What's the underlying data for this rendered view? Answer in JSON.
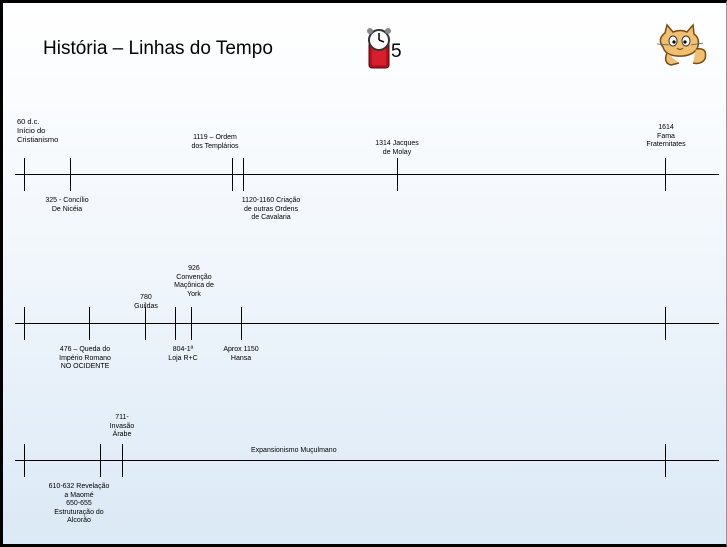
{
  "slide": {
    "title": "História – Linhas do Tempo",
    "number": "5"
  },
  "icons": [
    "alarm-clock-icon",
    "cat-icon"
  ],
  "timeline1": {
    "events": [
      {
        "label": "60 d.c.\nInício do\nCristianismo"
      },
      {
        "label": "325 - Concílio\nDe Nicéia"
      },
      {
        "label": "1119 – Ordem\ndos Templários"
      },
      {
        "label": "1120-1160 Criação\nde outras Ordens\nde Cavalaria"
      },
      {
        "label": "1314 Jacques\nde Molay"
      },
      {
        "label": "1614\nFama\nFraternitates"
      }
    ]
  },
  "timeline2": {
    "events": [
      {
        "label": "476 – Queda do\nImpério Romano\nNO OCIDENTE"
      },
      {
        "label": "780\nGuildas"
      },
      {
        "label": "804-1ª\nLoja R+C"
      },
      {
        "label": "926\nConvenção\nMaçônica de\nYork"
      },
      {
        "label": "Aprox 1150\nHansa"
      }
    ]
  },
  "timeline3": {
    "events": [
      {
        "label": "610-632 Revelação\na Maomé\n650-655\nEstruturação do\nAlcorão"
      },
      {
        "label": "711-\nInvasão\nÁrabe"
      }
    ],
    "span_label": "Expansionismo Muçulmano"
  }
}
